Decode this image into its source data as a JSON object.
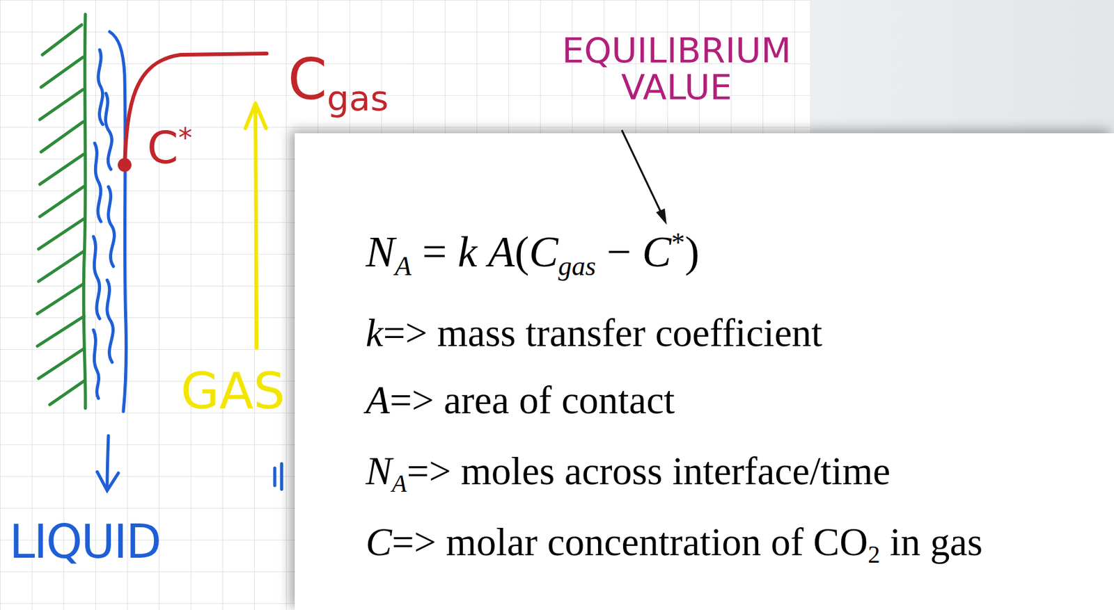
{
  "diagram": {
    "nodes": [
      {
        "text": [
          "NA = k A(Cgas − C*)",
          "k=> mass transfer coefficient",
          "A=> area of contact",
          "NA=> moles across interface/time",
          "C=> molar concentration of CO2 in gas"
        ]
      }
    ],
    "labels": [
      "Cgas",
      "C*",
      "EQUILIBRIUM VALUE",
      "GAS",
      "LIQUID"
    ]
  }
}
